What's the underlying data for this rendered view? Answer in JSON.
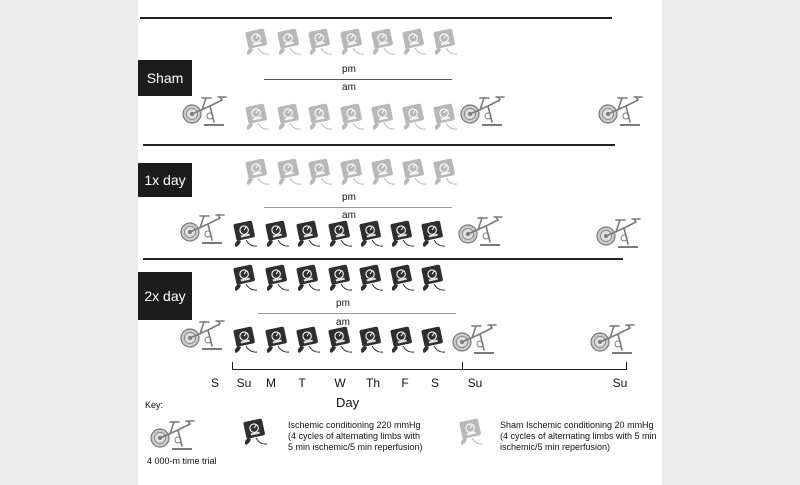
{
  "groups": [
    {
      "label": "Sham",
      "pm": "pm",
      "am": "am"
    },
    {
      "label": "1x day",
      "pm": "pm",
      "am": "am"
    },
    {
      "label": "2x day",
      "pm": "pm",
      "am": "am"
    }
  ],
  "axis": {
    "days": [
      "S",
      "Su",
      "M",
      "T",
      "W",
      "Th",
      "F",
      "S",
      "Su",
      "Su"
    ],
    "title": "Day"
  },
  "key": {
    "title": "Key:",
    "trial": "4 000-m time trial",
    "ic_line1": "Ischemic conditioning 220 mmHg",
    "ic_line2": "(4 cycles of alternating limbs with",
    "ic_line3": "5 min ischemic/5 min reperfusion)",
    "sham_line1": "Sham Ischemic conditioning 20 mmHg",
    "sham_line2": "(4 cycles of alternating limbs with 5 min",
    "sham_line3": "ischemic/5 min reperfusion)"
  },
  "colors": {
    "active_cuff": "#2f2f2f",
    "sham_cuff": "#b8b8b8",
    "bike": "#7a7a7a",
    "label_bg": "#1c1c1c"
  }
}
